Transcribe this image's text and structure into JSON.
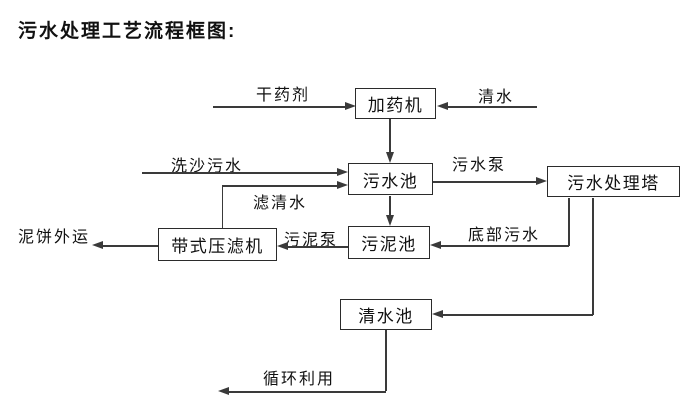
{
  "title": "污水处理工艺流程框图:",
  "nodes": {
    "dosing_machine": "加药机",
    "sewage_pool": "污水池",
    "treatment_tower": "污水处理塔",
    "sludge_pool": "污泥池",
    "belt_filter_press": "带式压滤机",
    "clean_water_pool": "清水池"
  },
  "flow_labels": {
    "dry_agent": "干药剂",
    "clean_water": "清水",
    "sand_washing_sewage": "洗沙污水",
    "sewage_pump": "污水泵",
    "filtered_water": "滤清水",
    "sludge_pump": "污泥泵",
    "bottom_sewage": "底部污水",
    "mud_cake_out": "泥饼外运",
    "recycling": "循环利用"
  },
  "flows": [
    {
      "from": "干药剂",
      "to": "加药机",
      "label": ""
    },
    {
      "from": "清水",
      "to": "加药机",
      "label": ""
    },
    {
      "from": "加药机",
      "to": "污水池",
      "label": ""
    },
    {
      "from": "洗沙污水",
      "to": "污水池",
      "label": ""
    },
    {
      "from": "带式压滤机",
      "to": "污水池",
      "label": "滤清水"
    },
    {
      "from": "污水池",
      "to": "污水处理塔",
      "label": "污水泵"
    },
    {
      "from": "污水池",
      "to": "污泥池",
      "label": ""
    },
    {
      "from": "污水处理塔",
      "to": "污泥池",
      "label": "底部污水"
    },
    {
      "from": "污泥池",
      "to": "带式压滤机",
      "label": "污泥泵"
    },
    {
      "from": "带式压滤机",
      "to": "泥饼外运",
      "label": ""
    },
    {
      "from": "污水处理塔",
      "to": "清水池",
      "label": ""
    },
    {
      "from": "清水池",
      "to": "循环利用",
      "label": ""
    }
  ],
  "colors": {
    "background": "#ffffff",
    "line": "#3a3a3a",
    "box_border": "#2b2b2b",
    "text": "#111111"
  }
}
